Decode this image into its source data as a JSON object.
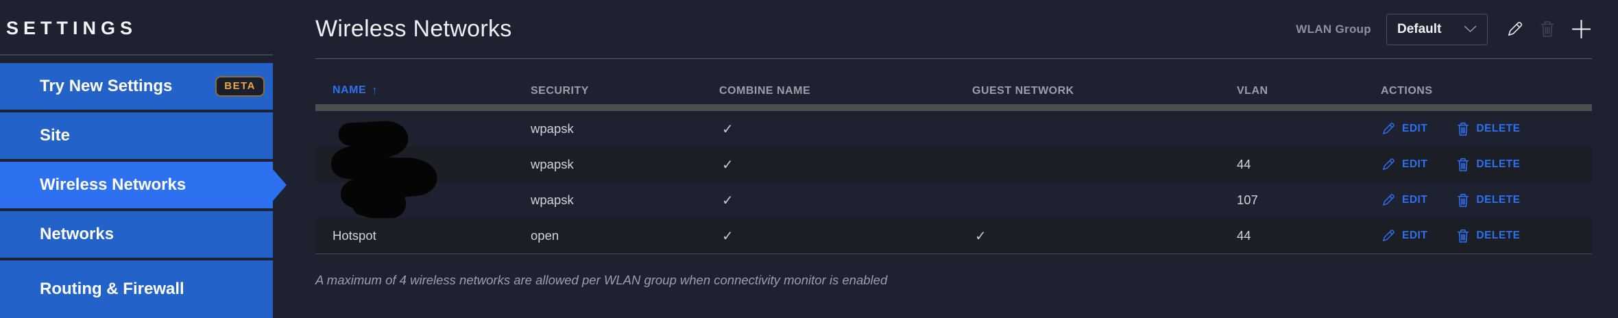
{
  "sidebar": {
    "title": "SETTINGS",
    "items": [
      {
        "label": "Try New Settings",
        "badge": "BETA",
        "active": false
      },
      {
        "label": "Site",
        "active": false
      },
      {
        "label": "Wireless Networks",
        "active": true
      },
      {
        "label": "Networks",
        "active": false
      },
      {
        "label": "Routing & Firewall",
        "active": false
      }
    ]
  },
  "header": {
    "title": "Wireless Networks",
    "wlan_group_label": "WLAN Group",
    "wlan_group_value": "Default"
  },
  "table": {
    "columns": [
      "NAME",
      "SECURITY",
      "COMBINE NAME",
      "GUEST NETWORK",
      "VLAN",
      "ACTIONS"
    ],
    "sort_column": "NAME",
    "sort_indicator": "↑",
    "rows": [
      {
        "name": "",
        "redacted": true,
        "security": "wpapsk",
        "combine": "✓",
        "guest": "",
        "vlan": ""
      },
      {
        "name": "",
        "redacted": true,
        "security": "wpapsk",
        "combine": "✓",
        "guest": "",
        "vlan": "44"
      },
      {
        "name": "",
        "redacted": true,
        "security": "wpapsk",
        "combine": "✓",
        "guest": "",
        "vlan": "107"
      },
      {
        "name": "Hotspot",
        "redacted": false,
        "security": "open",
        "combine": "✓",
        "guest": "✓",
        "vlan": "44"
      }
    ],
    "actions": {
      "edit": "EDIT",
      "delete": "DELETE"
    }
  },
  "footer": {
    "note": "A maximum of 4 wireless networks are allowed per WLAN group when connectivity monitor is enabled"
  },
  "colors": {
    "accent_blue": "#2e71f0",
    "sidebar_blue": "#2362c8",
    "beta_gold": "#e8a944",
    "page_background": "#1d2130",
    "row_alt_background": "#1b1e25",
    "header_bar": "#49504d"
  }
}
